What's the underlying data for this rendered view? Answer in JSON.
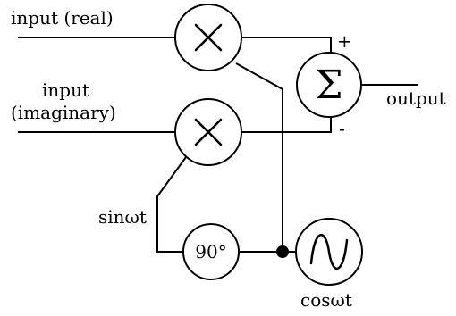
{
  "labels": {
    "input_real": "input (real)",
    "input_imag_line1": "input",
    "input_imag_line2": "(imaginary)",
    "output": "output",
    "sin": "sinωt",
    "cos": "cosωt",
    "plus": "+",
    "minus": "-",
    "phase": "90°",
    "sum_symbol": "Σ"
  },
  "blocks": {
    "mixer_top": "multiplier",
    "mixer_bottom": "multiplier",
    "summer": "summing junction",
    "phase_shifter": "90° phase shifter",
    "oscillator": "local oscillator"
  }
}
